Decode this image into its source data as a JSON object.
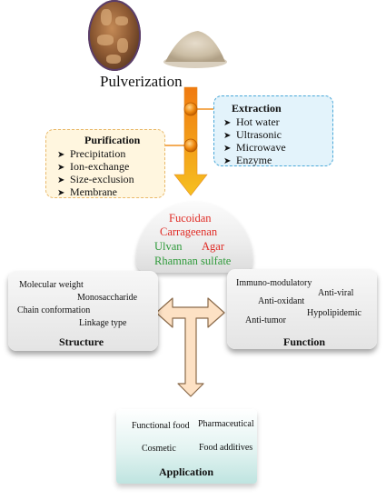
{
  "pulverization": "Pulverization",
  "extraction": {
    "title": "Extraction",
    "items": [
      "Hot water",
      "Ultrasonic",
      "Microwave",
      "Enzyme"
    ]
  },
  "purification": {
    "title": "Purification",
    "items": [
      "Precipitation",
      "Ion-exchange",
      "Size-exclusion",
      "Membrane"
    ]
  },
  "polysaccharides": {
    "fucoidan": "Fucoidan",
    "carrageenan": "Carrageenan",
    "ulvan": "Ulvan",
    "agar": "Agar",
    "rhamnan_sulfate": "Rhamnan sulfate"
  },
  "structure": {
    "title": "Structure",
    "items": [
      "Molecular weight",
      "Monosaccharide",
      "Chain conformation",
      "Linkage type"
    ]
  },
  "function": {
    "title": "Function",
    "items": [
      "Immuno-modulatory",
      "Anti-viral",
      "Anti-oxidant",
      "Hypolipidemic",
      "Anti-tumor"
    ]
  },
  "application": {
    "title": "Application",
    "items": [
      "Functional food",
      "Pharmaceutical",
      "Cosmetic",
      "Food additives"
    ]
  },
  "colors": {
    "red_label": "#e02b25",
    "green_label": "#2e9a3a",
    "main_arrow_top": "#f07a10",
    "main_arrow_bottom": "#f6c021",
    "extraction_border": "#4aa8d8",
    "purification_border": "#e9b96b",
    "t_arrow_fill": "#fde1c4",
    "t_arrow_stroke": "#8a6a4a"
  },
  "icons": [
    "seaweed-image",
    "powder-image",
    "process-arrow",
    "t-shaped-arrow"
  ]
}
